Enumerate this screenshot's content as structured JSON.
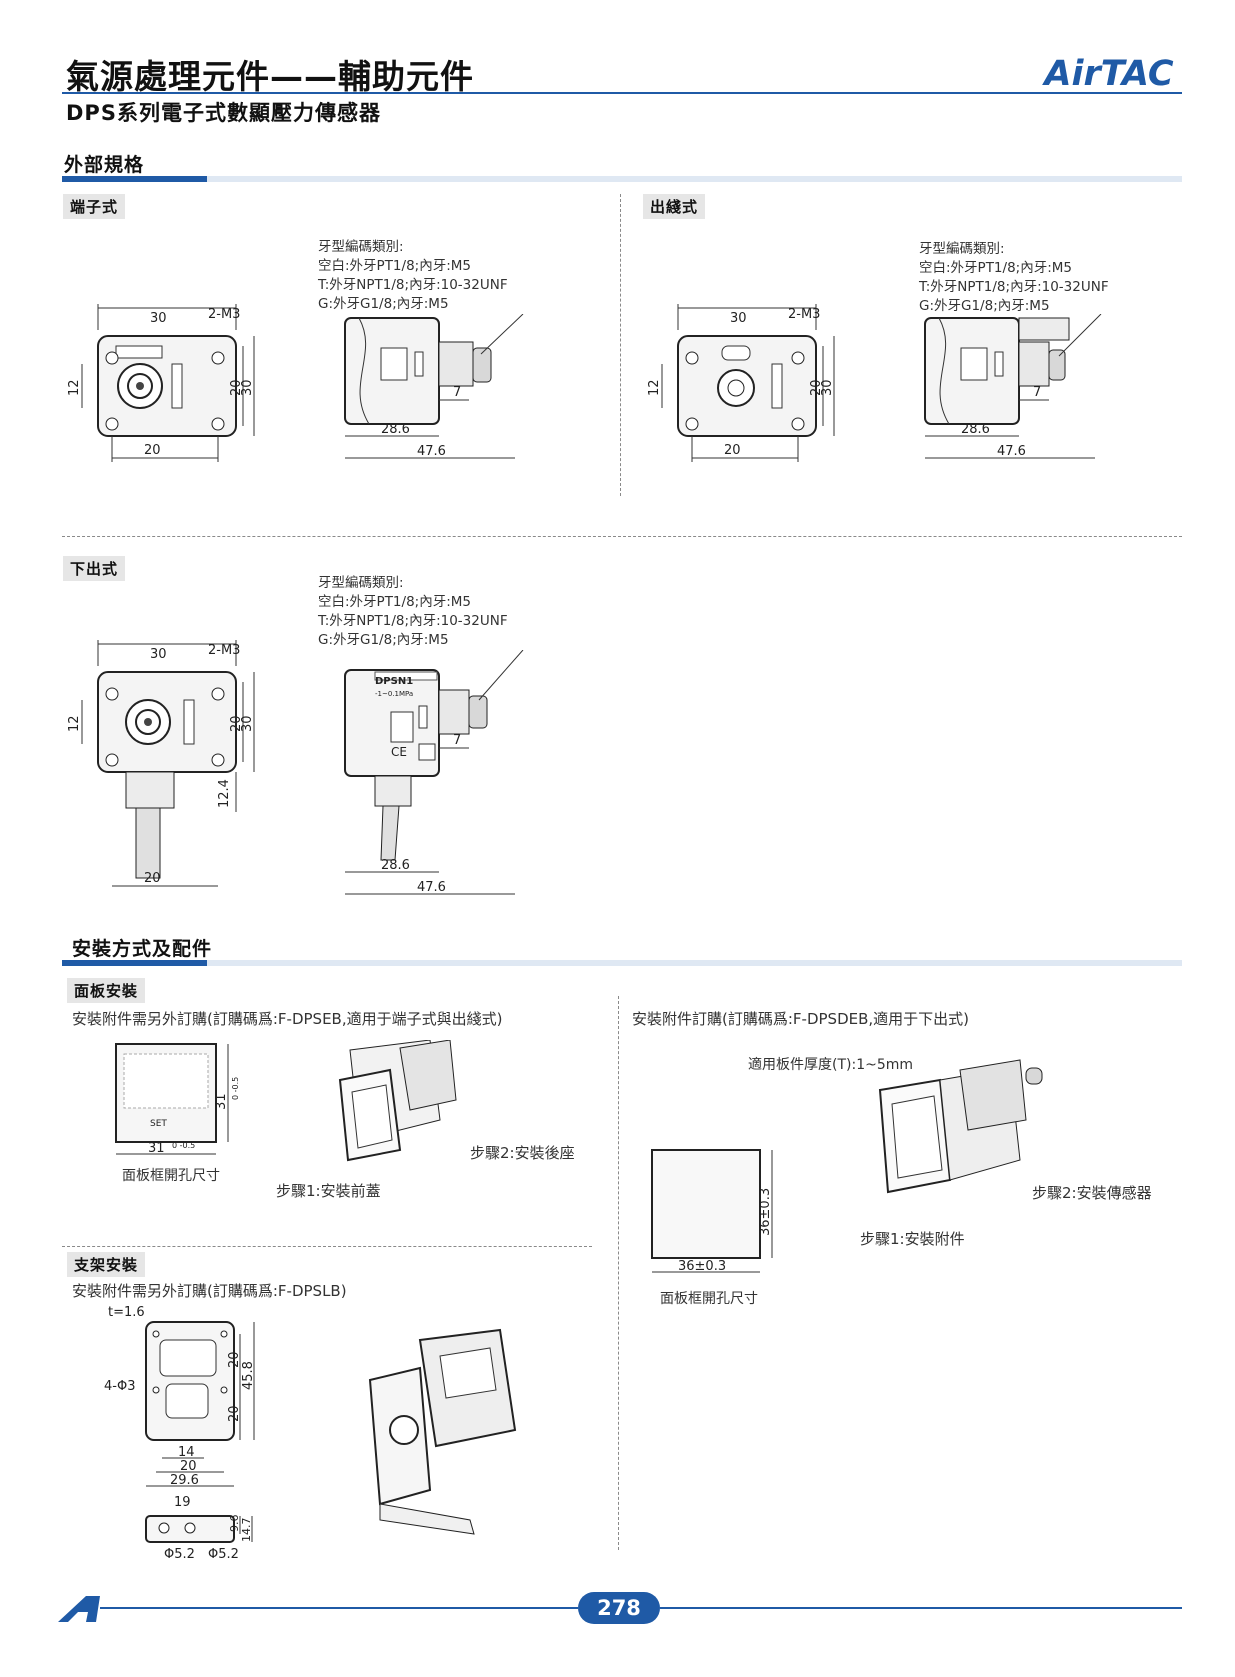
{
  "header": {
    "title": "氣源處理元件——輔助元件",
    "subtitle": "DPS系列電子式數顯壓力傳感器",
    "brand": "AirTAC"
  },
  "sections": {
    "external_spec": {
      "title": "外部規格",
      "terminal": {
        "tag": "端子式",
        "thread_note": [
          "牙型編碼類別:",
          "空白:外牙PT1/8;內牙:M5",
          "T:外牙NPT1/8;內牙:10-32UNF",
          "G:外牙G1/8;內牙:M5"
        ],
        "dims": {
          "top_width": "30",
          "hole": "2-M3",
          "left_h": "12",
          "mid_h": "20",
          "right_h": "30",
          "bottom_w": "20",
          "s7": "7",
          "s286": "28.6",
          "s476": "47.6"
        }
      },
      "cable": {
        "tag": "出綫式",
        "thread_note": [
          "牙型編碼類別:",
          "空白:外牙PT1/8;內牙:M5",
          "T:外牙NPT1/8;內牙:10-32UNF",
          "G:外牙G1/8;內牙:M5"
        ],
        "dims": {
          "top_width": "30",
          "hole": "2-M3",
          "left_h": "12",
          "mid_h": "20",
          "right_h": "30",
          "bottom_w": "20",
          "s7": "7",
          "s286": "28.6",
          "s476": "47.6"
        }
      },
      "bottom_out": {
        "tag": "下出式",
        "thread_note": [
          "牙型編碼類別:",
          "空白:外牙PT1/8;內牙:M5",
          "T:外牙NPT1/8;內牙:10-32UNF",
          "G:外牙G1/8;內牙:M5"
        ],
        "dims": {
          "top_width": "30",
          "hole": "2-M3",
          "left_h": "12",
          "mid_h": "20",
          "right_h": "30",
          "h124": "12.4",
          "bottom_w": "20",
          "s7": "7",
          "s286": "28.6",
          "s476": "47.6"
        },
        "model_label": "DPSN1",
        "model_range": "-1~0.1MPa"
      }
    },
    "mounting": {
      "title": "安裝方式及配件",
      "panel": {
        "tag": "面板安裝",
        "note_left": "安裝附件需另外訂購(訂購碼爲:F-DPSEB,適用于端子式與出綫式)",
        "dim_v": "31",
        "dim_tol": "0 -0.5",
        "dim_h": "31",
        "button_label": "SET",
        "caption_left": "面板框開孔尺寸",
        "step2": "步驟2:安裝後座",
        "step1": "步驟1:安裝前蓋",
        "note_right": "安裝附件訂購(訂購碼爲:F-DPSDEB,適用于下出式)",
        "thickness": "適用板件厚度(T):1~5mm",
        "dim_right_v": "36±0.3",
        "dim_right_h": "36±0.3",
        "caption_right": "面板框開孔尺寸",
        "step2_right": "步驟2:安裝傳感器",
        "step1_right": "步驟1:安裝附件"
      },
      "bracket": {
        "tag": "支架安裝",
        "note": "安裝附件需另外訂購(訂購碼爲:F-DPSLB)",
        "dims": {
          "t": "t=1.6",
          "holes": "4-Φ3",
          "h20a": "20",
          "h20b": "20",
          "h458": "45.8",
          "w14": "14",
          "w20": "20",
          "w296": "29.6",
          "w19": "19",
          "h96": "9.6",
          "h147": "14.7",
          "d52a": "Φ5.2",
          "d52b": "Φ5.2"
        }
      }
    }
  },
  "footer": {
    "page": "278"
  }
}
